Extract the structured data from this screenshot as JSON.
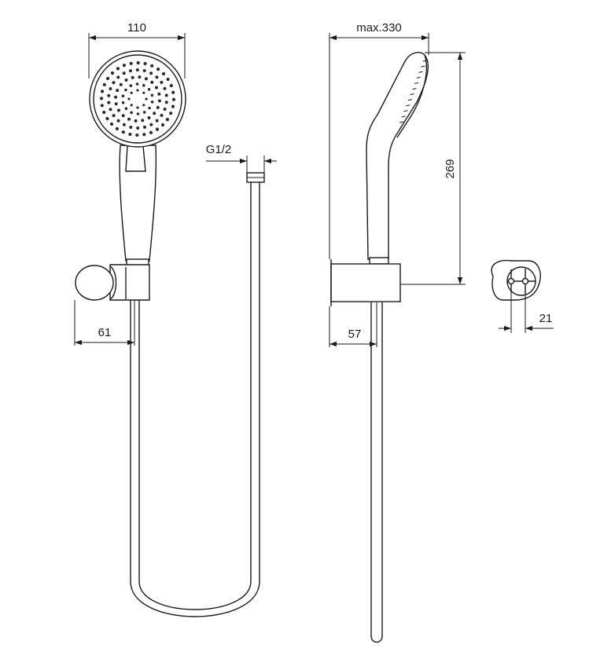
{
  "dimensions": {
    "head_width": "110",
    "thread": "G1/2",
    "max_length": "max.330",
    "height": "269",
    "holder_front": "61",
    "holder_side": "57",
    "bracket_width": "21"
  },
  "colors": {
    "line": "#1a1a1a",
    "background": "#ffffff"
  }
}
